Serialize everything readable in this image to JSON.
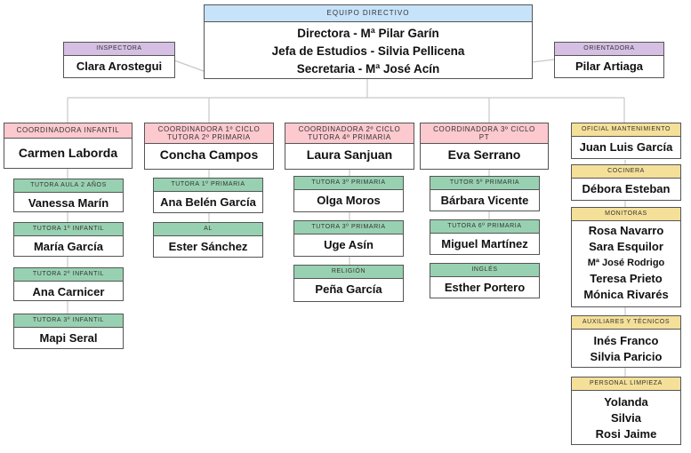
{
  "equipo_directivo": {
    "header": "EQUIPO DIRECTIVO",
    "members": [
      "Directora - Mª Pilar Garín",
      "Jefa de Estudios - Silvia Pellicena",
      "Secretaria - Mª José Acín"
    ]
  },
  "inspectora": {
    "header": "INSPECTORA",
    "name": "Clara Arostegui"
  },
  "orientadora": {
    "header": "ORIENTADORA",
    "name": "Pilar Artiaga"
  },
  "columns": [
    {
      "coordinator": {
        "header_lines": [
          "COORDINADORA INFANTIL"
        ],
        "name": "Carmen Laborda"
      },
      "children": [
        {
          "header": "TUTORA AULA 2 AÑOS",
          "name": "Vanessa Marín"
        },
        {
          "header": "TUTORA 1º INFANTIL",
          "name": "María García"
        },
        {
          "header": "TUTORA 2º INFANTIL",
          "name": "Ana Carnicer"
        },
        {
          "header": "TUTORA 3º INFANTIL",
          "name": "Mapi Seral"
        }
      ]
    },
    {
      "coordinator": {
        "header_lines": [
          "COORDINADORA 1º CICLO",
          "TUTORA 2º PRIMARIA"
        ],
        "name": "Concha Campos"
      },
      "children": [
        {
          "header": "TUTORA 1º PRIMARIA",
          "name": "Ana Belén García"
        },
        {
          "header": "AL",
          "name": "Ester Sánchez"
        }
      ]
    },
    {
      "coordinator": {
        "header_lines": [
          "COORDINADORA 2º CICLO",
          "TUTORA 4º PRIMARIA"
        ],
        "name": "Laura Sanjuan"
      },
      "children": [
        {
          "header": "TUTORA 3º PRIMARIA",
          "name": "Olga Moros"
        },
        {
          "header": "TUTORA 3º PRIMARIA",
          "name": "Uge Asín"
        },
        {
          "header": "RELIGIÓN",
          "name": "Peña García"
        }
      ]
    },
    {
      "coordinator": {
        "header_lines": [
          "COORDINADORA 3º CICLO",
          "PT"
        ],
        "name": "Eva Serrano"
      },
      "children": [
        {
          "header": "TUTOR 5º PRIMARIA",
          "name": "Bárbara Vicente"
        },
        {
          "header": "TUTORA 6º PRIMARIA",
          "name": "Miguel Martínez"
        },
        {
          "header": "INGLÉS",
          "name": "Esther Portero"
        }
      ]
    }
  ],
  "staff": [
    {
      "header": "OFICIAL MANTENIMIENTO",
      "names": [
        "Juan Luis García"
      ]
    },
    {
      "header": "COCINERA",
      "names": [
        "Débora Esteban"
      ]
    },
    {
      "header": "MONITORAS",
      "names": [
        "Rosa Navarro",
        "Sara Esquilor",
        "Mª José Rodrigo",
        "Teresa Prieto",
        "Mónica Rivarés"
      ]
    },
    {
      "header": "AUXILIARES Y TÉCNICOS",
      "names": [
        "Inés Franco",
        "Silvia Paricio"
      ]
    },
    {
      "header": "PERSONAL LIMPIEZA",
      "names": [
        "Yolanda",
        "Silvia",
        "Rosi Jaime"
      ]
    }
  ],
  "colors": {
    "directivo": "#c7e3fa",
    "external": "#d5bfe3",
    "coordinator": "#fcc9cf",
    "teacher": "#98d1b1",
    "staff": "#f5e09a",
    "connector": "#c8c8c8"
  }
}
